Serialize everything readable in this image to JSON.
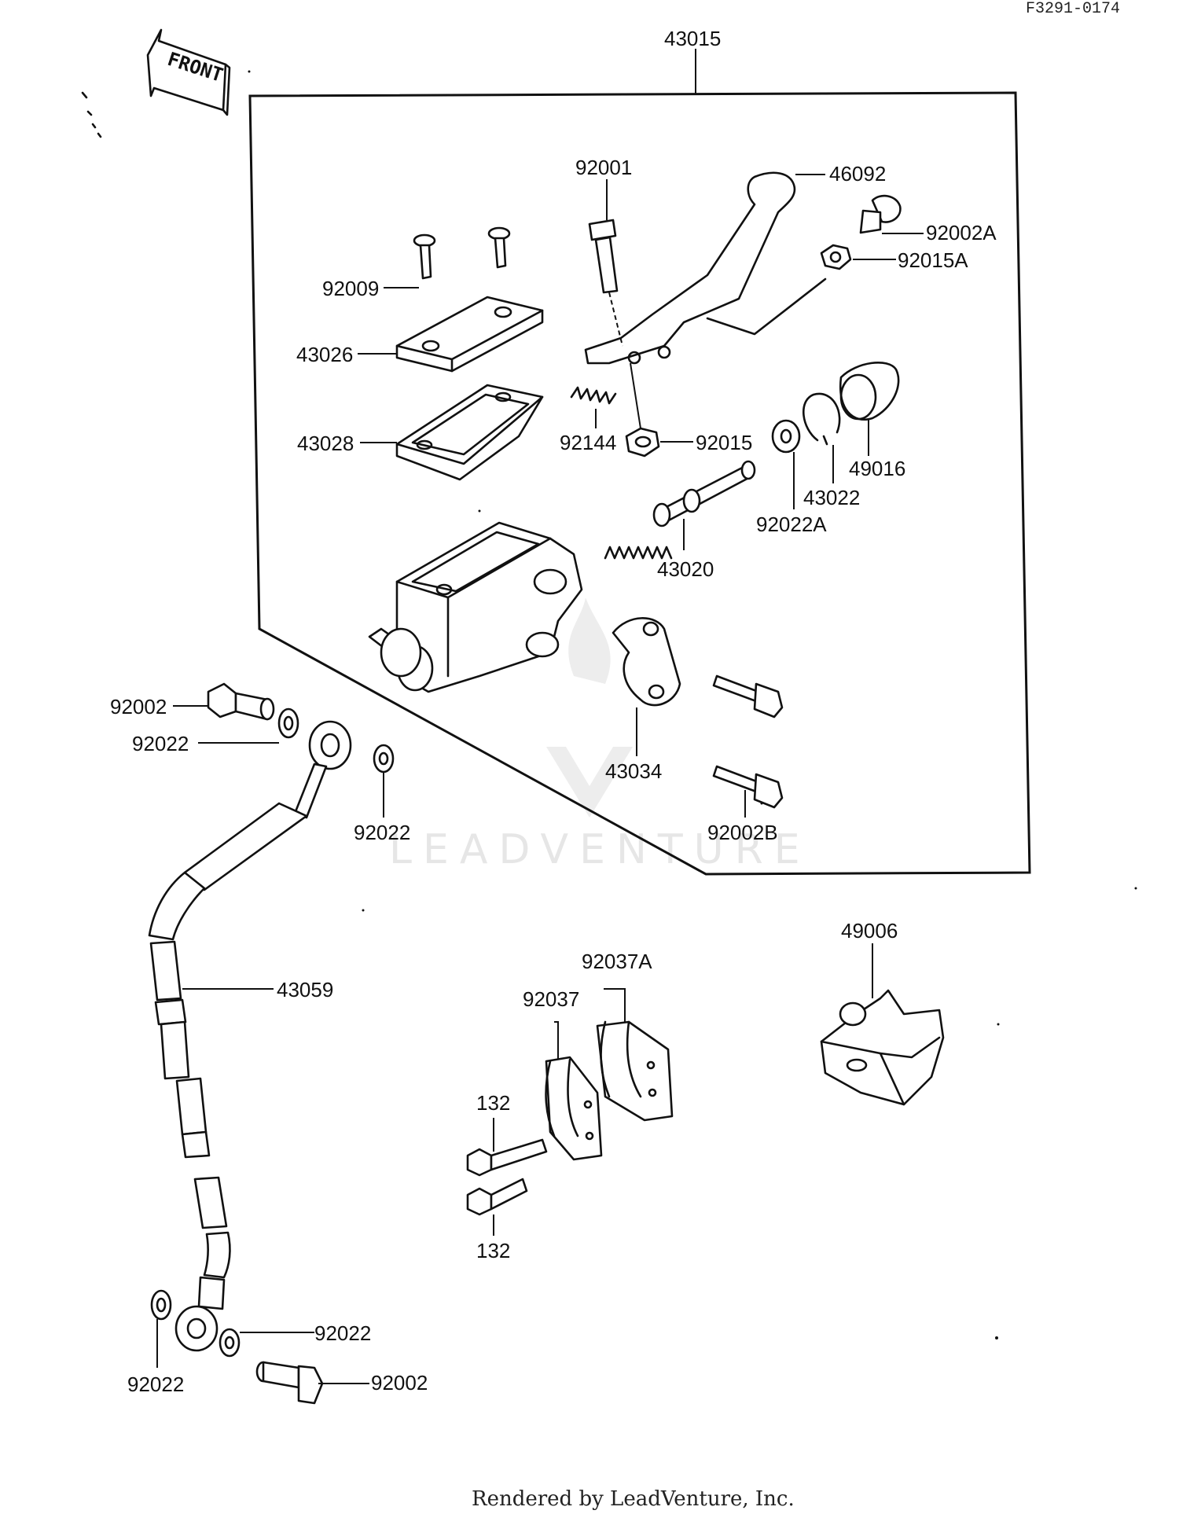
{
  "ref_code": "F3291-0174",
  "front_label": "FRONT",
  "watermark": "LEADVENTURE",
  "footer": "Rendered by LeadVenture, Inc.",
  "parts": {
    "p43015": "43015",
    "p92001": "92001",
    "p46092": "46092",
    "p92002A": "92002A",
    "p92015A": "92015A",
    "p92009": "92009",
    "p43026": "43026",
    "p43028": "43028",
    "p92144": "92144",
    "p92015": "92015",
    "p49016": "49016",
    "p43022": "43022",
    "p92022A": "92022A",
    "p43020": "43020",
    "p43034": "43034",
    "p92002B": "92002B",
    "p92002_top": "92002",
    "p92022_a": "92022",
    "p92022_b": "92022",
    "p43059": "43059",
    "p92037A": "92037A",
    "p92037": "92037",
    "p49006": "49006",
    "p132_top": "132",
    "p132_bottom": "132",
    "p92022_c": "92022",
    "p92022_d": "92022",
    "p92002_bottom": "92002"
  }
}
